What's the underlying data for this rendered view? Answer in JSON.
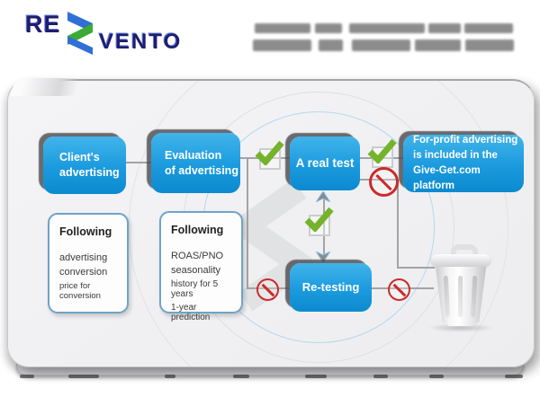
{
  "logo": {
    "text_re": "RE",
    "text_vento": "VENTO"
  },
  "diagram": {
    "boxes": {
      "client": "Client's\nadvertising",
      "evaluation": "Evaluation\nof advertising",
      "real_test": "A real test",
      "for_profit": "For-profit advertising\nis included  in the\nGive-Get.com platform",
      "retesting": "Re-testing"
    },
    "notes": [
      {
        "title": "Following",
        "lines": [
          "advertising",
          "conversion",
          "price for conversion"
        ]
      },
      {
        "title": "Following",
        "lines": [
          "ROAS/PNO",
          "seasonality",
          "history for 5 years",
          "1-year prediction"
        ]
      }
    ]
  },
  "icons": {
    "logo_zigzag": "zigzag-brand-icon",
    "watermark": "zigzag-watermark-icon",
    "check": "green-check-icon",
    "prohibition": "red-prohibition-icon",
    "arrow_up": "arrow-up-icon",
    "arrow_down": "arrow-down-icon",
    "trash": "trash-can-icon"
  },
  "colors": {
    "box_blue_top": "#3ab0e8",
    "box_blue_bottom": "#0d8bd0",
    "check_green": "#72b22c",
    "prohibition_red": "#cb2a2a",
    "logo_navy": "#221d6e",
    "logo_blue": "#2f6fd6",
    "logo_green": "#3daa35",
    "connector_gray": "#a3a3a5",
    "panel_bg": "#f0f0f2"
  }
}
